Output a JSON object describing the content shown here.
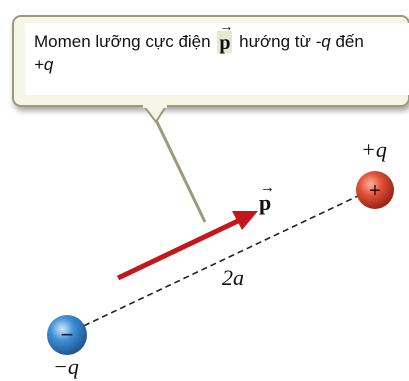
{
  "callout": {
    "text_before": "Momen lưỡng cực điện ",
    "vector_symbol": "p",
    "text_middle": " hướng từ ",
    "from_charge": "-q",
    "text_to": " đến ",
    "to_charge": "+q"
  },
  "labels": {
    "dipole_vector": "p",
    "vector_arrow": "→",
    "separation": "2a",
    "positive_charge": "+q",
    "negative_charge": "−q"
  },
  "charges": {
    "positive_sign": "+",
    "negative_sign": "−"
  },
  "colors": {
    "callout_fill": "#f6f6e8",
    "callout_border": "#9c9a7a",
    "leader_line": "#9c9a7a",
    "dipole_arrow": "#c4161c",
    "positive_charge": "#e0523a",
    "negative_charge": "#3f8fd6",
    "dashed_line": "#222222"
  }
}
